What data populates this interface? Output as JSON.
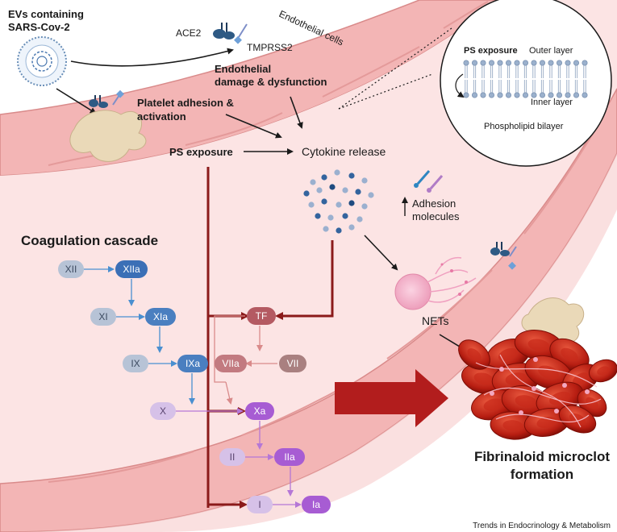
{
  "labels": {
    "evs_line1": "EVs containing",
    "evs_line2": "SARS-Cov-2",
    "ace2": "ACE2",
    "tmprss2": "TMPRSS2",
    "endothelial_cells": "Endothelial cells",
    "endo_damage_line1": "Endothelial",
    "endo_damage_line2": "damage & dysfunction",
    "platelet_line1": "Platelet adhesion &",
    "platelet_line2": "activation",
    "ps_exposure": "PS exposure",
    "cytokine_release": "Cytokine release",
    "adhesion_line1": "Adhesion",
    "adhesion_line2": "molecules",
    "coag_cascade": "Coagulation cascade",
    "nets": "NETs",
    "fibrin_line1": "Fibrinaloid microclot",
    "fibrin_line2": "formation",
    "footer": "Trends in Endocrinology & Metabolism"
  },
  "inset": {
    "title": "PS exposure",
    "outer_layer": "Outer layer",
    "inner_layer": "Inner layer",
    "caption": "Phospholipid bilayer"
  },
  "cascade": {
    "xii": "XII",
    "xiia": "XIIa",
    "xi": "XI",
    "xia": "XIa",
    "ix": "IX",
    "ixa": "IXa",
    "x": "X",
    "xa": "Xa",
    "ii": "II",
    "iia": "IIa",
    "i": "I",
    "ia": "Ia",
    "tf": "TF",
    "viia": "VIIa",
    "vii": "VII"
  },
  "colors": {
    "vessel_wall": "#f2b3b3",
    "vessel_lumen": "#fbe3e3",
    "dark_red_arrow": "#8b1a1a",
    "blue_arrow": "#4a8fd0",
    "purple_arrow": "#b577d6",
    "pink_arrow": "#d98a8a"
  }
}
